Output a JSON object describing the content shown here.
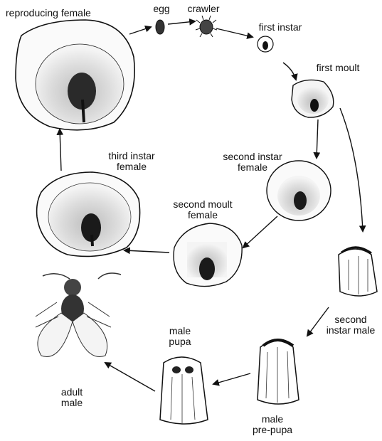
{
  "labels": {
    "reproducing_female": "reproducing female",
    "egg": "egg",
    "crawler": "crawler",
    "first_instar": "first instar",
    "first_moult": "first moult",
    "second_instar_female": "second instar\nfemale",
    "third_instar_female": "third instar\nfemale",
    "second_moult_female": "second moult\nfemale",
    "second_instar_male": "second\ninstar male",
    "male_pupa": "male\npupa",
    "male_pre_pupa": "male\npre-pupa",
    "adult_male": "adult\nmale"
  },
  "colors": {
    "ink": "#111111",
    "scale_fill": "#f2f2f2",
    "scale_shade": "#cfcfcf",
    "body_dark": "#1a1a1a"
  }
}
